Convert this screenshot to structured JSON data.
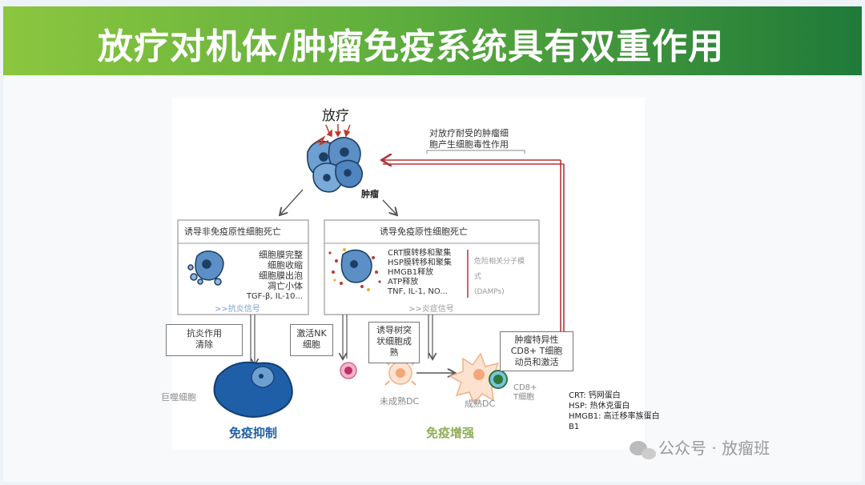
{
  "header": {
    "title": "放疗对机体/肿瘤免疫系统具有双重作用"
  },
  "diagram": {
    "radiation_label": "放疗",
    "tumor_label": "肿瘤",
    "resistant_note": [
      "对放疗耐受的肿瘤细",
      "胞产生细胞毒性作用"
    ],
    "left_box": {
      "title": "诱导非免疫原性细胞死亡",
      "items": [
        "细胞膜完整",
        "细胞收缩",
        "细胞膜出泡",
        "凋亡小体",
        "TGF-β, IL-10..."
      ],
      "signal": ">>抗炎信号"
    },
    "right_box": {
      "title": "诱导免疫原性细胞死亡",
      "items": [
        "CRT膜转移和聚集",
        "HSP膜转移和聚集",
        "HMGB1释放",
        "ATP释放",
        "TNF, IL-1, NO..."
      ],
      "damps": [
        "危险相关分子模",
        "式",
        "(DAMPs)"
      ],
      "signal": ">>炎症信号"
    },
    "anti_inflammatory_box": [
      "抗炎作用",
      "清除"
    ],
    "nk_box": [
      "激活NK",
      "细胞"
    ],
    "dc_box": [
      "诱导树突",
      "状细胞成",
      "熟"
    ],
    "cd8_box": [
      "肿瘤特异性",
      "CD8+ T细胞",
      "动员和激活"
    ],
    "macrophage_label": "巨噬细胞",
    "immature_dc_label": "未成熟DC",
    "mature_dc_label": "成熟DC",
    "cd8_cell_label": [
      "CD8+",
      "T细胞"
    ],
    "immune_suppression": "免疫抑制",
    "immune_enhancement": "免疫增强",
    "glossary": [
      "CRT: 钙网蛋白",
      "HSP: 热休克蛋白",
      "HMGB1: 高迁移率族蛋白",
      "B1"
    ]
  },
  "watermark": {
    "text": "公众号 · 放瘤班"
  },
  "colors": {
    "arrow_red": "#b5333b",
    "title_blue": "#1f5fa8",
    "title_green": "#8fae5a"
  }
}
